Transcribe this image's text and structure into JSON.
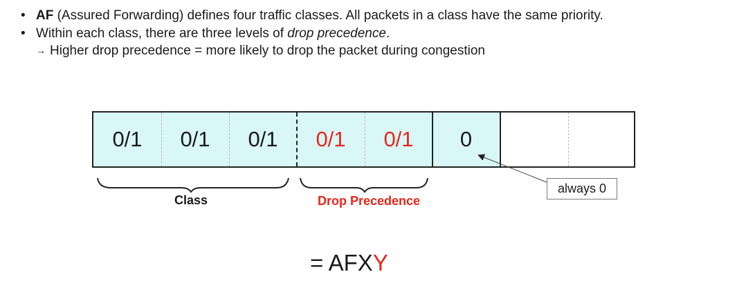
{
  "bullets": [
    {
      "bold": "AF",
      "text": " (Assured Forwarding) defines four traffic classes.  All packets in a class have the same priority."
    },
    {
      "pre": "Within each class, there are three levels of ",
      "italic": "drop precedence",
      "post": "."
    }
  ],
  "subline": {
    "arrow": "→",
    "text": "Higher drop precedence = more likely to drop the packet during congestion"
  },
  "bits": [
    {
      "value": "0/1",
      "group": "class"
    },
    {
      "value": "0/1",
      "group": "class"
    },
    {
      "value": "0/1",
      "group": "class"
    },
    {
      "value": "0/1",
      "group": "drop"
    },
    {
      "value": "0/1",
      "group": "drop"
    },
    {
      "value": "0",
      "group": "zero"
    },
    {
      "value": "",
      "group": "empty"
    },
    {
      "value": "",
      "group": "empty"
    }
  ],
  "labels": {
    "class": "Class",
    "drop_precedence": "Drop Precedence"
  },
  "callout": "always 0",
  "formula": {
    "prefix": "= AFX",
    "suffix": "Y"
  },
  "colors": {
    "accent_red": "#e8261b",
    "cell_fill": "#d9f7f7",
    "text": "#1a1a1a"
  },
  "icons": {
    "bullet": "•",
    "pointer": "arrow-pointer-icon"
  }
}
